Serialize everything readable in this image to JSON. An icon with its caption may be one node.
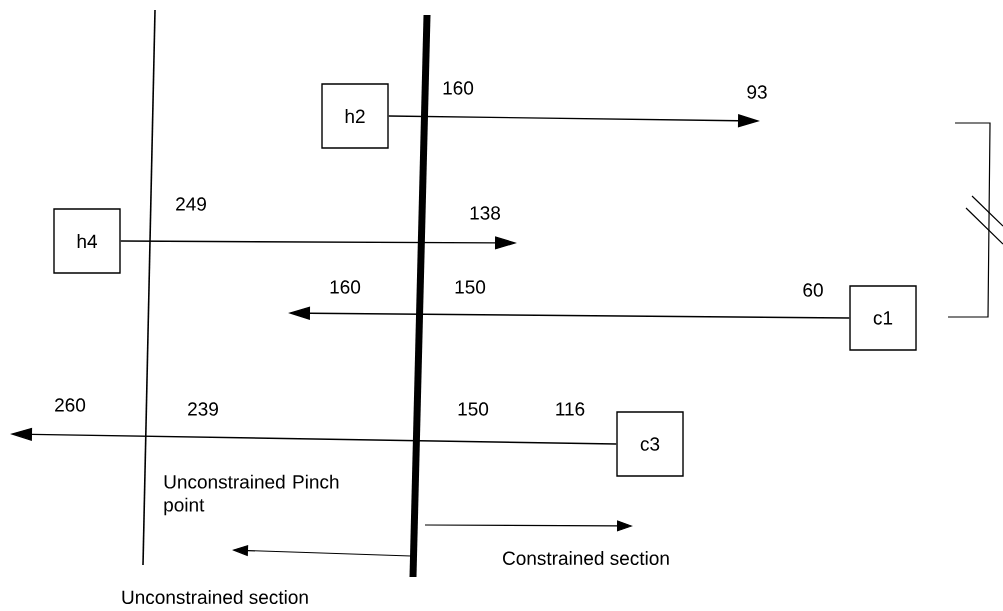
{
  "diagram": {
    "nodes": [
      {
        "text": [
          "h2"
        ]
      },
      {
        "text": [
          "h4"
        ]
      },
      {
        "text": [
          "c1"
        ]
      },
      {
        "text": [
          "c3"
        ]
      }
    ],
    "edges": [
      {
        "from": 0,
        "to": null,
        "arrow": "to"
      },
      {
        "from": 1,
        "to": null,
        "arrow": "to"
      },
      {
        "from": 2,
        "to": null,
        "arrow": "to"
      },
      {
        "from": 3,
        "to": null,
        "arrow": "to"
      }
    ],
    "labels": [
      "160",
      "93",
      "249",
      "138",
      "160",
      "150",
      "60",
      "260",
      "239",
      "150",
      "116",
      "Unconstrained Pinch point",
      "Constrained section",
      "Unconstrained section"
    ]
  }
}
